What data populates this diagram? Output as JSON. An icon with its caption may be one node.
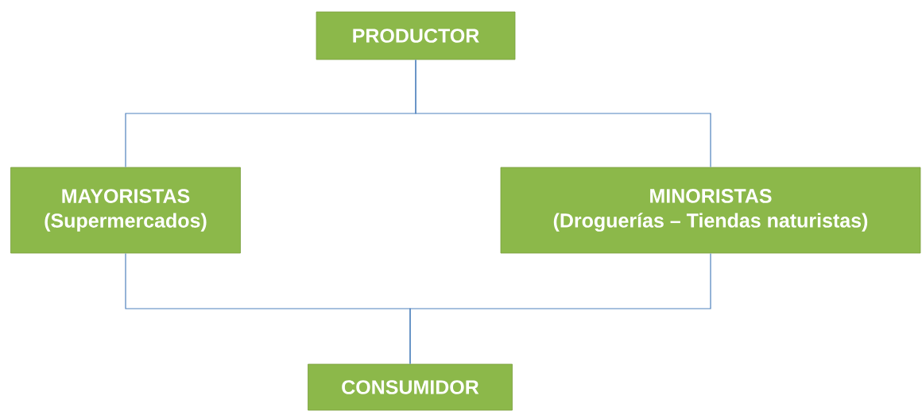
{
  "diagram": {
    "nodes": [
      {
        "text": [
          "PRODUCTOR"
        ]
      },
      {
        "text": [
          "MAYORISTAS",
          "(Supermercados)"
        ]
      },
      {
        "text": [
          "MINORISTAS",
          "(Droguerías – Tiendas naturistas)"
        ]
      },
      {
        "text": [
          "CONSUMIDOR"
        ]
      }
    ],
    "edges": [
      {
        "from": 0,
        "to": 1,
        "arrow": "none"
      },
      {
        "from": 0,
        "to": 2,
        "arrow": "none"
      },
      {
        "from": 1,
        "to": 3,
        "arrow": "none"
      },
      {
        "from": 2,
        "to": 3,
        "arrow": "none"
      }
    ]
  }
}
